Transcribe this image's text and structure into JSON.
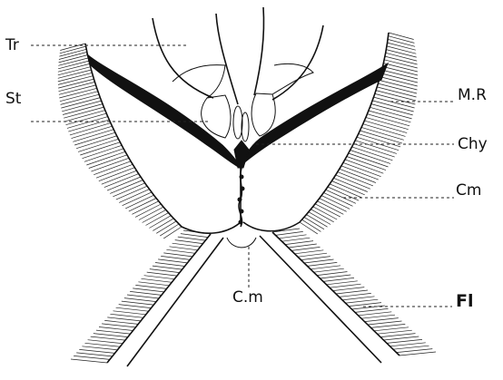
{
  "labels": {
    "tr": "Tr",
    "st": "St",
    "mr": "M.R",
    "chy": "Chy",
    "cm_right": "Cm",
    "cm_bottom": "C.m",
    "fl": "Fl"
  }
}
